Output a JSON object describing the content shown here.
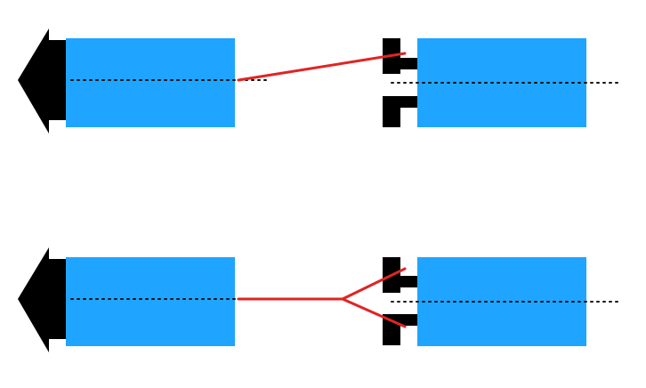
{
  "colors": {
    "background": "#ffffff",
    "block": "#1fa5ff",
    "arrow": "#000000",
    "connector": "#000000",
    "axis": "#111111",
    "wire": "#e02424"
  },
  "icons": {
    "left_end": "arrow-left-icon",
    "right_end": "bracket-clamp-icon"
  },
  "rows": [
    {
      "name": "row-top",
      "wire_type": "single-line"
    },
    {
      "name": "row-bottom",
      "wire_type": "forked-line"
    }
  ]
}
